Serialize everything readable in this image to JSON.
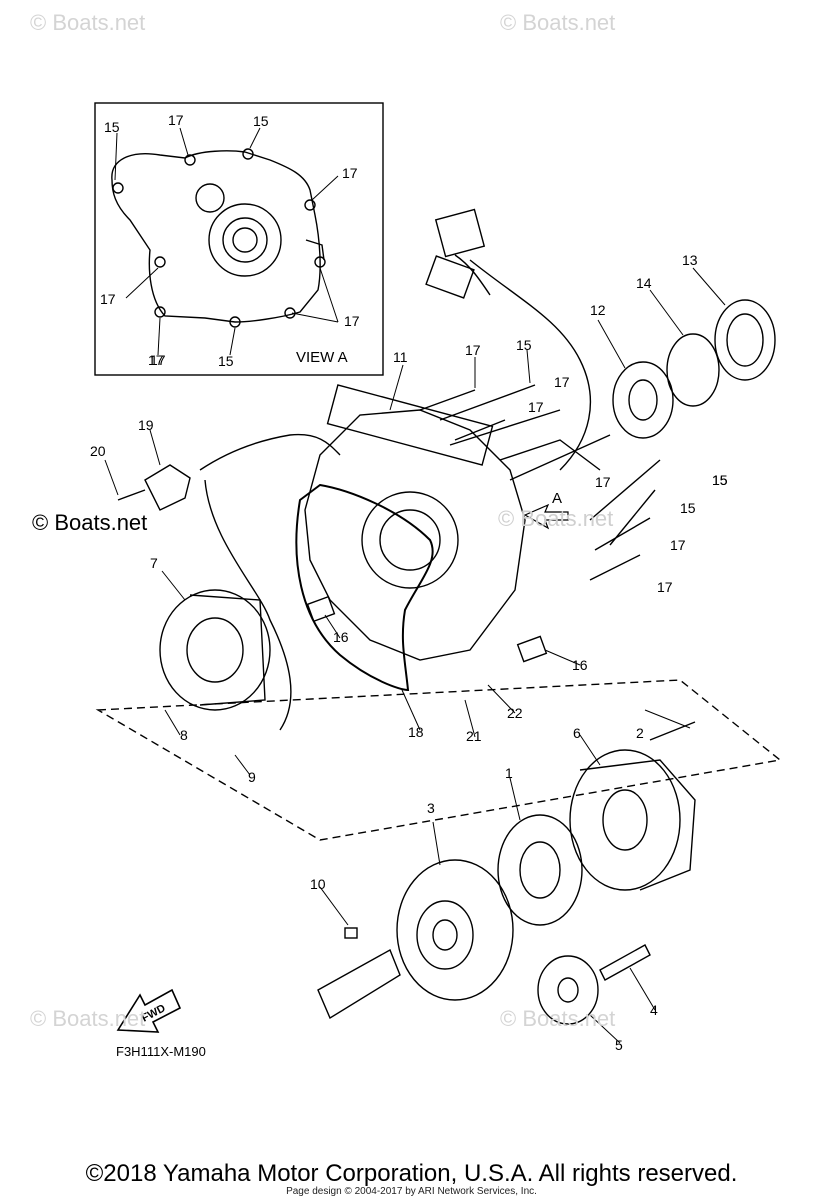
{
  "watermarks": {
    "top_left": "© Boats.net",
    "top_right": "© Boats.net",
    "mid_left": "© Boats.net",
    "bottom_left": "© Boats.net",
    "bottom_right": "© Boats.net",
    "center": "© Boats.net"
  },
  "view_label": "VIEW A",
  "arrow_label": "A",
  "fwd_label": "FWD",
  "diagram_code": "F3H111X-M190",
  "copyright": "©2018 Yamaha Motor Corporation, U.S.A. All rights reserved.",
  "page_design": "Page design © 2004-2017 by ARI Network Services, Inc.",
  "inset_callouts": [
    "15",
    "17",
    "15",
    "17",
    "17",
    "17",
    "17",
    "17",
    "15"
  ],
  "main_callouts": [
    "1",
    "2",
    "3",
    "4",
    "5",
    "6",
    "7",
    "8",
    "9",
    "10",
    "11",
    "12",
    "13",
    "14",
    "15",
    "15",
    "15",
    "15",
    "16",
    "16",
    "17",
    "17",
    "17",
    "17",
    "17",
    "17",
    "18",
    "19",
    "20",
    "21",
    "22"
  ]
}
